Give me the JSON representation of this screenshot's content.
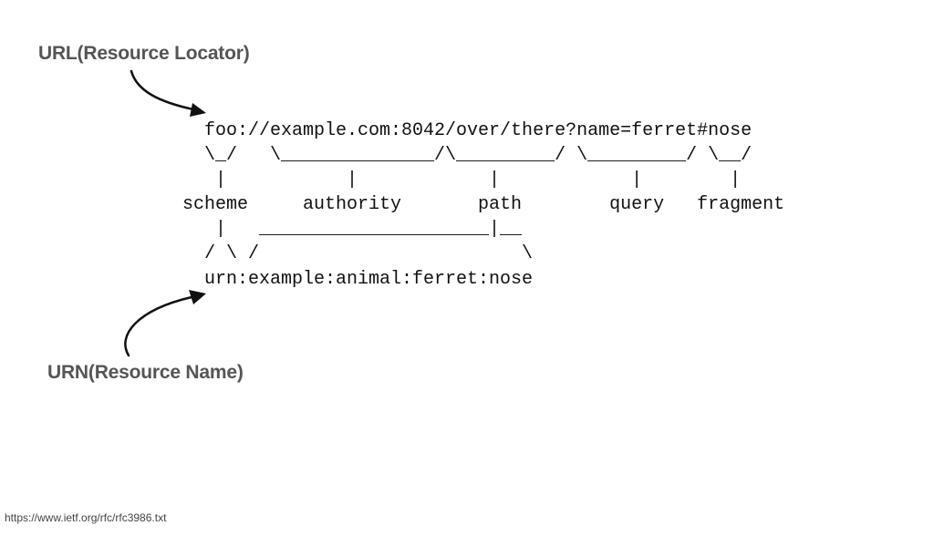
{
  "labels": {
    "url": "URL(Resource Locator)",
    "urn": "URN(Resource Name)"
  },
  "diagram": {
    "lines": [
      "  foo://example.com:8042/over/there?name=ferret#nose",
      "  \\_/   \\______________/\\_________/ \\_________/ \\__/",
      "   |           |            |            |        |",
      "scheme     authority       path        query   fragment",
      "   |   _____________________|__",
      "  / \\ /                        \\",
      "  urn:example:animal:ferret:nose"
    ]
  },
  "source": "https://www.ietf.org/rfc/rfc3986.txt"
}
